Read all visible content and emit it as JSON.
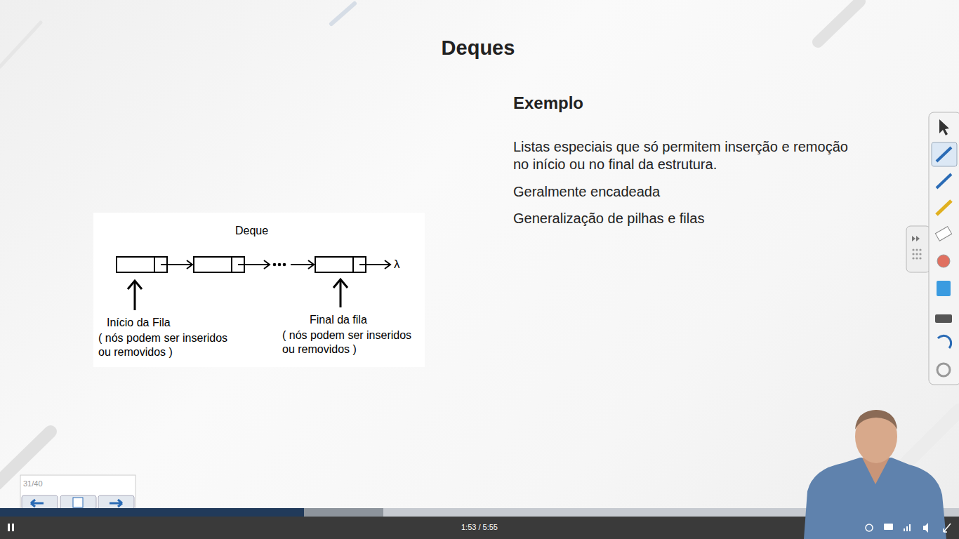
{
  "diagram": {
    "title": "Deques",
    "labels": [
      "Exemplo",
      "Listas especiais que só permitem inserção e remoção no início ou no final da estrutura.",
      "Geralmente encadeada",
      "Generalização de pilhas e filas",
      "Deque",
      "λ",
      "Início da Fila",
      "( nós podem ser inseridos ou removidos )",
      "Final da fila",
      "( nós podem ser inseridos ou removidos )",
      "31/40",
      "1:53 / 5:55"
    ]
  }
}
